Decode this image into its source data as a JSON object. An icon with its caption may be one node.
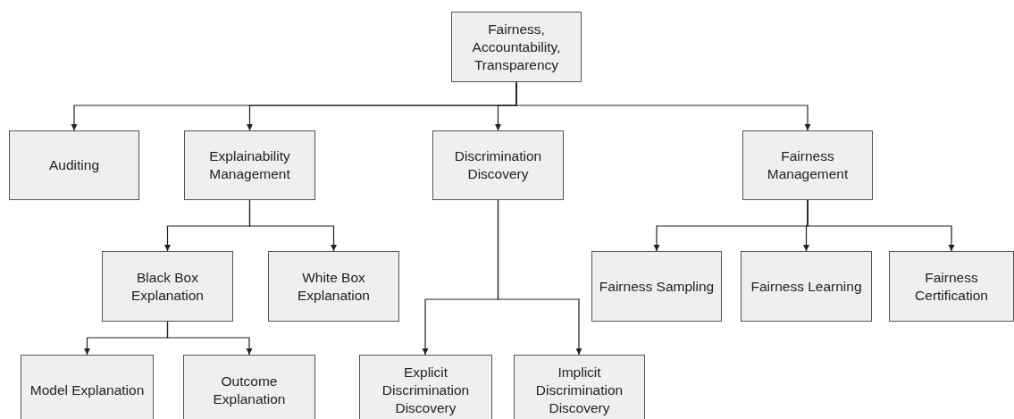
{
  "diagram": {
    "nodes": [
      {
        "text": [
          "Fairness, Accountability, Transparency"
        ]
      },
      {
        "text": [
          "Auditing"
        ]
      },
      {
        "text": [
          "Explainability Management"
        ]
      },
      {
        "text": [
          "Discrimination Discovery"
        ]
      },
      {
        "text": [
          "Fairness Management"
        ]
      },
      {
        "text": [
          "Black Box Explanation"
        ]
      },
      {
        "text": [
          "White Box Explanation"
        ]
      },
      {
        "text": [
          "Fairness Sampling"
        ]
      },
      {
        "text": [
          "Fairness Learning"
        ]
      },
      {
        "text": [
          "Fairness Certification"
        ]
      },
      {
        "text": [
          "Model Explanation"
        ]
      },
      {
        "text": [
          "Outcome Explanation"
        ]
      },
      {
        "text": [
          "Explicit Discrimination Discovery"
        ]
      },
      {
        "text": [
          "Implicit Discrimination Discovery"
        ]
      }
    ],
    "edges": [
      {
        "from": 0,
        "to": 1,
        "arrow": "to"
      },
      {
        "from": 0,
        "to": 2,
        "arrow": "to"
      },
      {
        "from": 0,
        "to": 3,
        "arrow": "to"
      },
      {
        "from": 0,
        "to": 4,
        "arrow": "to"
      },
      {
        "from": 2,
        "to": 5,
        "arrow": "to"
      },
      {
        "from": 2,
        "to": 6,
        "arrow": "to"
      },
      {
        "from": 4,
        "to": 7,
        "arrow": "to"
      },
      {
        "from": 4,
        "to": 8,
        "arrow": "to"
      },
      {
        "from": 4,
        "to": 9,
        "arrow": "to"
      },
      {
        "from": 5,
        "to": 10,
        "arrow": "to"
      },
      {
        "from": 5,
        "to": 11,
        "arrow": "to"
      },
      {
        "from": 3,
        "to": 12,
        "arrow": "to"
      },
      {
        "from": 3,
        "to": 13,
        "arrow": "to"
      }
    ]
  }
}
